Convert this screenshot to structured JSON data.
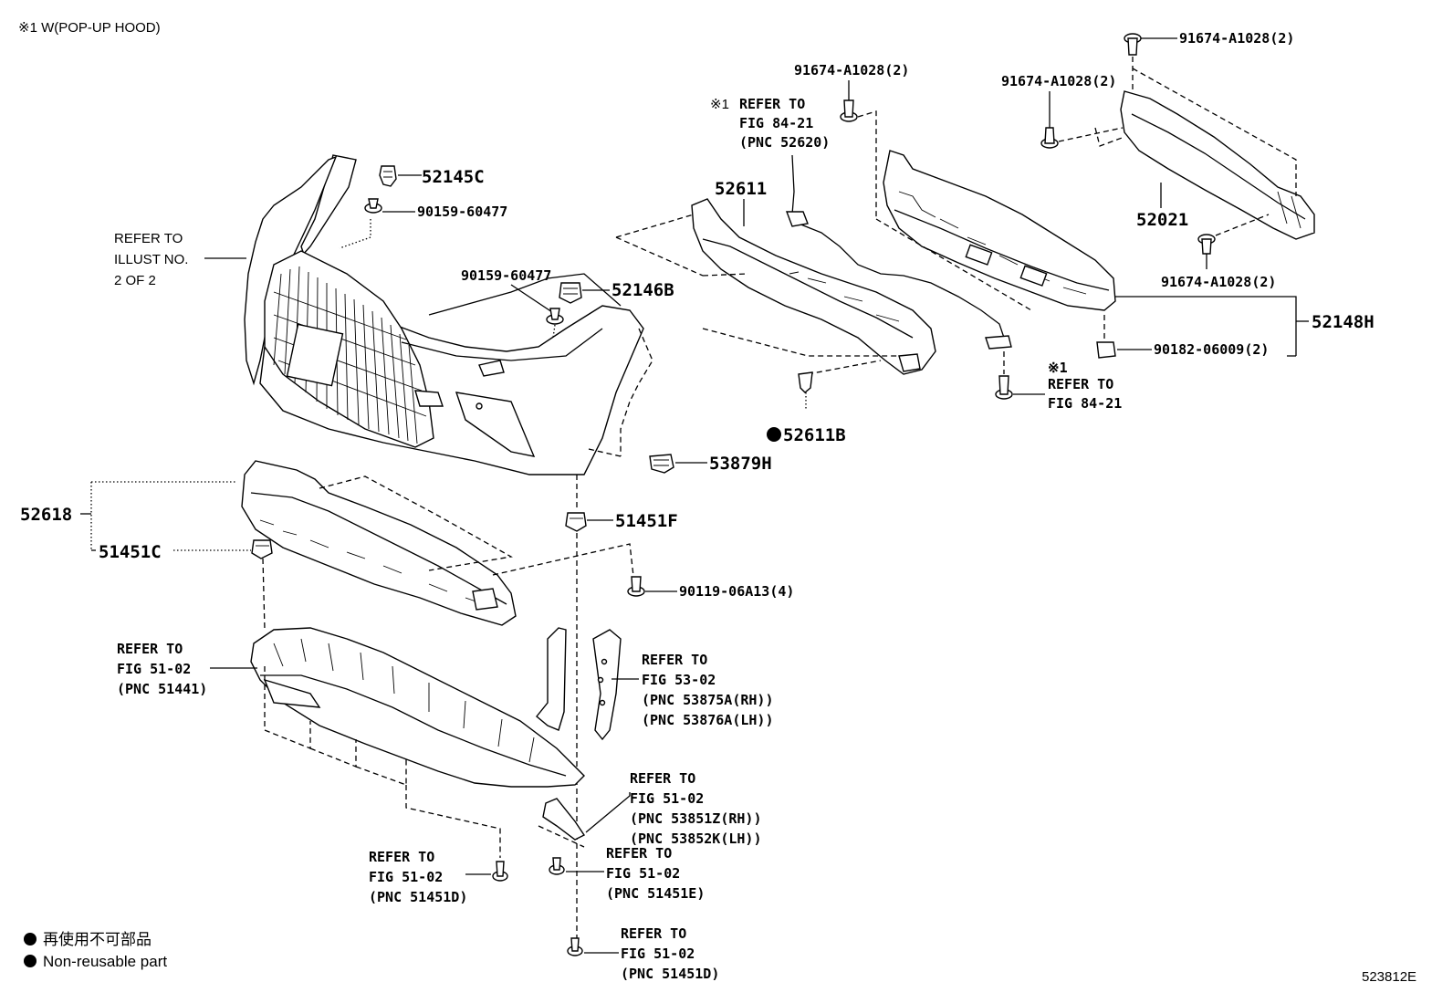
{
  "header": {
    "note": "※1 W(POP-UP HOOD)"
  },
  "labels": {
    "p52145C": "52145C",
    "p90159_a": "90159-60477",
    "p90159_b": "90159-60477",
    "p52146B": "52146B",
    "illust_1": "REFER TO",
    "illust_2": "ILLUST NO.",
    "illust_3": "2 OF 2",
    "p91674_top": "91674-A1028(2)",
    "p91674_mid": "91674-A1028(2)",
    "p91674_left": "91674-A1028(2)",
    "p91674_low": "91674-A1028(2)",
    "pop_mark": "※1",
    "pop_1": "REFER TO",
    "pop_2": "FIG 84-21",
    "pop_3": "(PNC 52620)",
    "p52611": "52611",
    "p52021": "52021",
    "p52148H": "52148H",
    "p90182": "90182-06009(2)",
    "f84_mark": "※1",
    "f84_1": "REFER TO",
    "f84_2": "FIG 84-21",
    "p52611B": "52611B",
    "p53879H": "53879H",
    "p52618": "52618",
    "p51451F": "51451F",
    "p51451C": "51451C",
    "p90119": "90119-06A13(4)",
    "r51441_1": "REFER TO",
    "r51441_2": "FIG 51-02",
    "r51441_3": "(PNC 51441)",
    "r53875_1": "REFER TO",
    "r53875_2": "FIG 53-02",
    "r53875_3": "(PNC 53875A(RH))",
    "r53875_4": "(PNC 53876A(LH))",
    "r53851_1": "REFER TO",
    "r53851_2": "FIG 51-02",
    "r53851_3": "(PNC 53851Z(RH))",
    "r53851_4": "(PNC 53852K(LH))",
    "r51451E_1": "REFER TO",
    "r51451E_2": "FIG 51-02",
    "r51451E_3": "(PNC 51451E)",
    "r51451D_a1": "REFER TO",
    "r51451D_a2": "FIG 51-02",
    "r51451D_a3": "(PNC 51451D)",
    "r51451D_b1": "REFER TO",
    "r51451D_b2": "FIG 51-02",
    "r51451D_b3": "(PNC 51451D)"
  },
  "legend": {
    "line_jp": "再使用不可部品",
    "line_en": "Non-reusable part"
  },
  "footer": {
    "figure_id": "523812E"
  }
}
